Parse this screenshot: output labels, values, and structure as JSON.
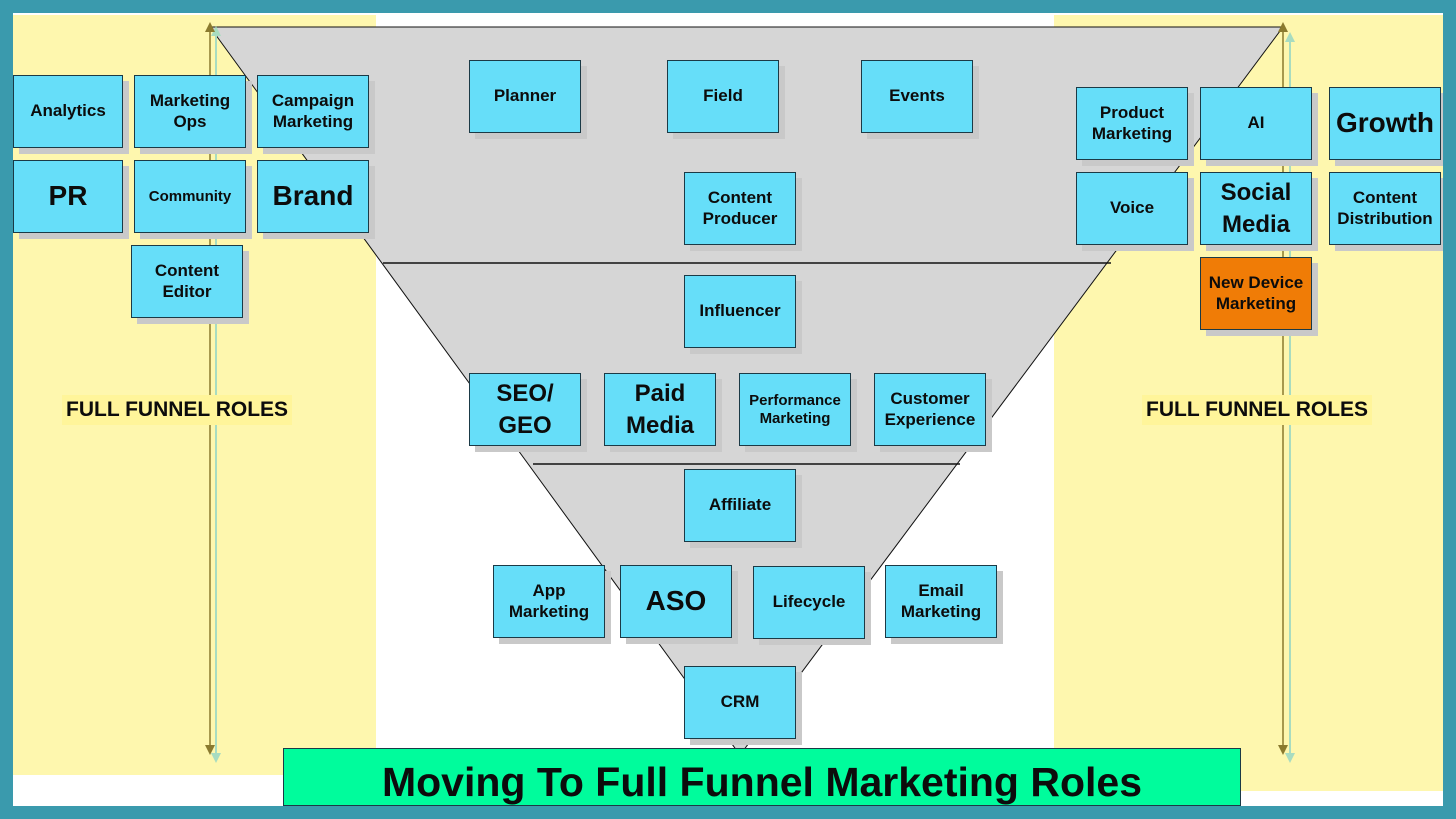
{
  "diagram": {
    "title": "Moving To Full Funnel Marketing Roles",
    "side_label_left": "FULL FUNNEL ROLES",
    "side_label_right": "FULL FUNNEL ROLES",
    "left_roles": {
      "analytics": "Analytics",
      "marketing_ops": "Marketing\nOps",
      "campaign_marketing": "Campaign\nMarketing",
      "pr": "PR",
      "community": "Community",
      "brand": "Brand",
      "content_editor": "Content\nEditor"
    },
    "right_roles": {
      "product_marketing": "Product\nMarketing",
      "ai": "AI",
      "growth": "Growth",
      "voice": "Voice",
      "social_media": "Social\nMedia",
      "content_distribution": "Content\nDistribution",
      "new_device_marketing": "New Device\nMarketing"
    },
    "funnel_roles": {
      "planner": "Planner",
      "field": "Field",
      "events": "Events",
      "content_producer": "Content\nProducer",
      "influencer": "Influencer",
      "seo_geo": "SEO/\nGEO",
      "paid_media": "Paid\nMedia",
      "performance_marketing": "Performance\nMarketing",
      "customer_experience": "Customer\nExperience",
      "affiliate": "Affiliate",
      "app_marketing": "App\nMarketing",
      "aso": "ASO",
      "lifecycle": "Lifecycle",
      "email_marketing": "Email\nMarketing",
      "crm": "CRM"
    },
    "colors": {
      "frame": "#3a9aad",
      "side_panel": "#fef7ae",
      "label_highlight": "#fff59a",
      "funnel": "#d6d6d6",
      "role_box": "#66def9",
      "highlight_role_box": "#f07c06",
      "title_banner": "#00fc9c",
      "arrow": "#8a7a2e"
    }
  }
}
